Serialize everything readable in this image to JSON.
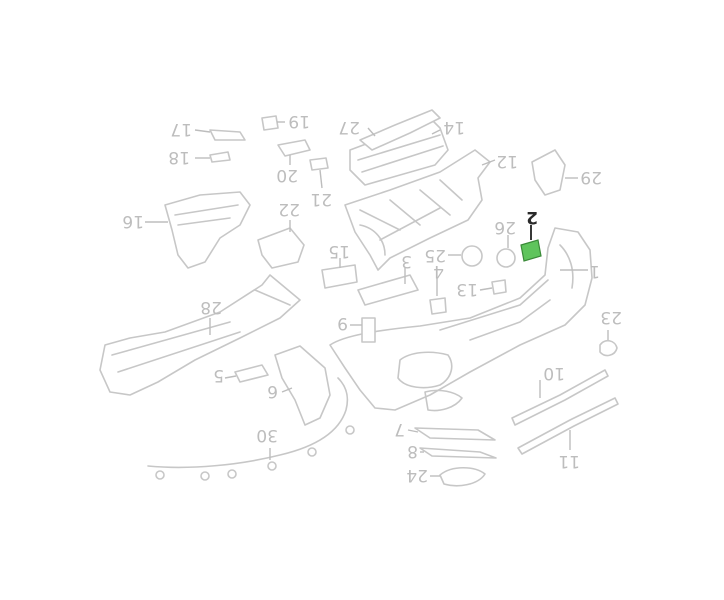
{
  "diagram": {
    "highlight_color": "#5fc45c",
    "line_color": "#c7c7c7",
    "callouts": [
      {
        "id": "1",
        "label": "1"
      },
      {
        "id": "2",
        "label": "2",
        "active": true
      },
      {
        "id": "3",
        "label": "3"
      },
      {
        "id": "4",
        "label": "4"
      },
      {
        "id": "5",
        "label": "5"
      },
      {
        "id": "6",
        "label": "6"
      },
      {
        "id": "7",
        "label": "7"
      },
      {
        "id": "8",
        "label": "8"
      },
      {
        "id": "9",
        "label": "9"
      },
      {
        "id": "10",
        "label": "10"
      },
      {
        "id": "11",
        "label": "11"
      },
      {
        "id": "12",
        "label": "12"
      },
      {
        "id": "13",
        "label": "13"
      },
      {
        "id": "14",
        "label": "14"
      },
      {
        "id": "15",
        "label": "15"
      },
      {
        "id": "16",
        "label": "16"
      },
      {
        "id": "17",
        "label": "17"
      },
      {
        "id": "18",
        "label": "18"
      },
      {
        "id": "19",
        "label": "19"
      },
      {
        "id": "20",
        "label": "20"
      },
      {
        "id": "21",
        "label": "21"
      },
      {
        "id": "22",
        "label": "22"
      },
      {
        "id": "23",
        "label": "23"
      },
      {
        "id": "24",
        "label": "24"
      },
      {
        "id": "25",
        "label": "25"
      },
      {
        "id": "26",
        "label": "26"
      },
      {
        "id": "27",
        "label": "27"
      },
      {
        "id": "28",
        "label": "28"
      },
      {
        "id": "29",
        "label": "29"
      },
      {
        "id": "30",
        "label": "30"
      }
    ]
  }
}
